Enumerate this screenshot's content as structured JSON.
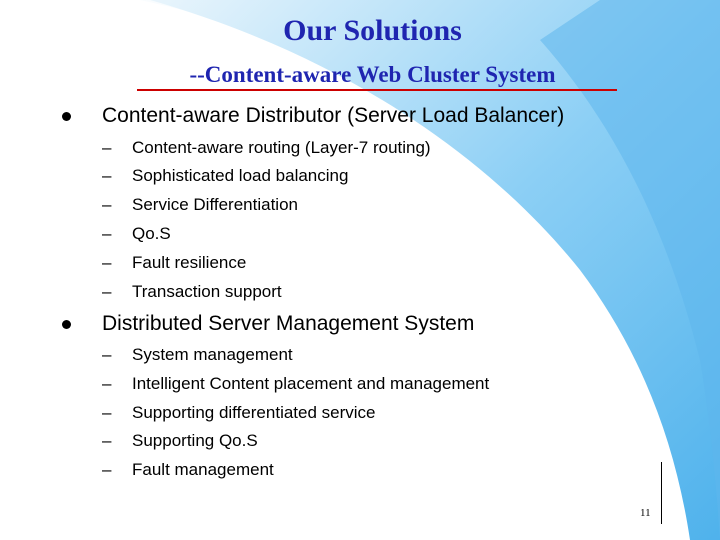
{
  "slide": {
    "title": "Our Solutions",
    "subtitle": "--Content-aware Web Cluster System",
    "sections": [
      {
        "heading": "Content-aware Distributor (Server Load Balancer)",
        "items": [
          "Content-aware routing (Layer-7 routing)",
          "Sophisticated load balancing",
          "Service Differentiation",
          "Qo.S",
          "Fault resilience",
          "Transaction support"
        ]
      },
      {
        "heading": "Distributed Server Management System",
        "items": [
          "System management",
          "Intelligent Content placement and management",
          "Supporting differentiated service",
          "Supporting Qo.S",
          "Fault management"
        ]
      }
    ],
    "page_number": "11"
  },
  "colors": {
    "title": "#1f25b0",
    "underline": "#cc0000",
    "background_blue": "#5fb6ec"
  }
}
